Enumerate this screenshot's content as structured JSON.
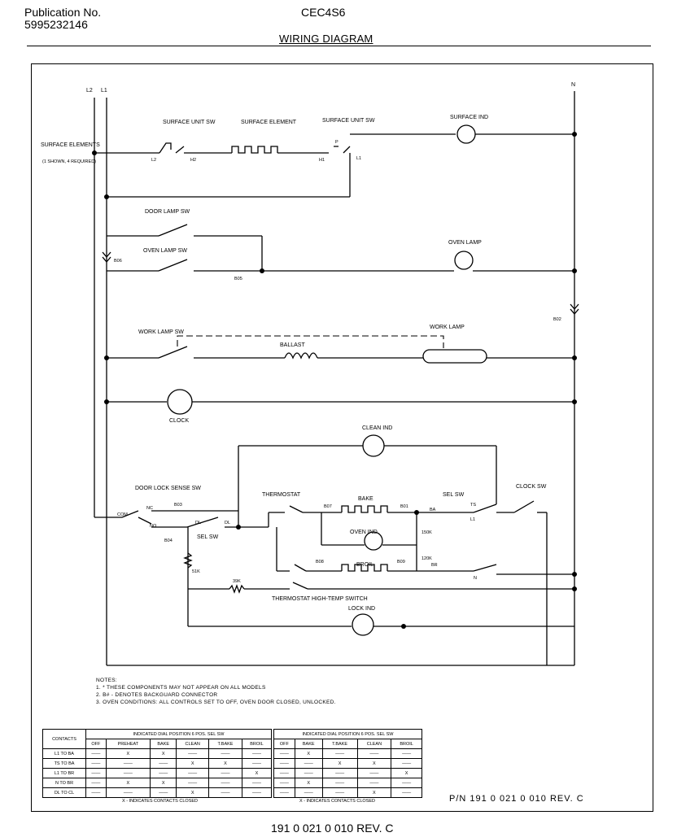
{
  "header": {
    "publication_label": "Publication No.",
    "publication_number": "5995232146",
    "model": "CEC4S6",
    "title": "WIRING DIAGRAM"
  },
  "lines": {
    "l2": "L2",
    "l1": "L1",
    "n": "N"
  },
  "components": {
    "surface_elements": "SURFACE ELEMENTS",
    "surface_elements_note": "(1 SHOWN, 4 REQUIRED)",
    "surface_unit_sw_1": "SURFACE UNIT SW",
    "surface_element": "SURFACE ELEMENT",
    "surface_unit_sw_2": "SURFACE UNIT SW",
    "surface_ind": "SURFACE IND",
    "door_lamp_sw": "DOOR LAMP SW",
    "oven_lamp_sw": "OVEN LAMP SW",
    "oven_lamp": "OVEN LAMP",
    "work_lamp_sw": "WORK LAMP SW",
    "ballast": "BALLAST",
    "work_lamp": "WORK LAMP",
    "clock": "CLOCK",
    "clean_ind": "CLEAN IND",
    "door_lock_sense_sw": "DOOR LOCK SENSE SW",
    "sel_sw_left": "SEL SW",
    "thermostat": "THERMOSTAT",
    "bake": "BAKE",
    "sel_sw_right": "SEL SW",
    "clock_sw": "CLOCK SW",
    "oven_ind": "OVEN IND",
    "broil": "BROIL",
    "thermostat_high_temp": "THERMOSTAT HIGH-TEMP SWITCH",
    "lock_ind": "LOCK IND"
  },
  "terminals": {
    "l2": "L2",
    "h2": "H2",
    "h1": "H1",
    "p": "P",
    "l1": "L1",
    "b06": "B06",
    "b05": "B05",
    "b02": "B02",
    "com": "COM",
    "nc": "NC",
    "no": "NO",
    "b03": "B03",
    "b04": "B04",
    "dl": "DL",
    "dl2": "DL",
    "b07": "B07",
    "b01": "B01",
    "b08": "B08",
    "b09": "B09",
    "ba": "BA",
    "br": "BR",
    "ts": "TS",
    "l1b": "L1",
    "n": "N",
    "r150k": "150K",
    "r120k": "120K",
    "r51k": "51K",
    "r39k": "39K"
  },
  "notes": {
    "heading": "NOTES:",
    "n1": "1. * THESE COMPONENTS MAY NOT APPEAR ON ALL MODELS",
    "n2": "2. B# - DENOTES BACKGUARD CONNECTOR",
    "n3": "3. OVEN CONDITIONS:   ALL CONTROLS SET TO OFF, OVEN DOOR CLOSED, UNLOCKED."
  },
  "table_left": {
    "group_title": "INDICATED DIAL POSITION 6 POS. SEL SW",
    "contacts_header": "CONTACTS",
    "columns": [
      "OFF",
      "PREHEAT",
      "BAKE",
      "CLEAN",
      "T.BAKE",
      "BROIL"
    ],
    "rows": [
      {
        "label": "L1 TO BA",
        "cells": [
          "",
          "X",
          "X",
          "",
          "",
          ""
        ]
      },
      {
        "label": "TS TO BA",
        "cells": [
          "",
          "",
          "",
          "X",
          "X",
          ""
        ]
      },
      {
        "label": "L1 TO BR",
        "cells": [
          "",
          "",
          "",
          "",
          "",
          "X"
        ]
      },
      {
        "label": "N TO BR",
        "cells": [
          "",
          "X",
          "X",
          "",
          "",
          ""
        ]
      },
      {
        "label": "DL TO CL",
        "cells": [
          "",
          "",
          "",
          "X",
          "",
          ""
        ]
      }
    ],
    "caption": "X - INDICATES CONTACTS CLOSED"
  },
  "table_right": {
    "group_title": "INDICATED DIAL POSITION 6 POS. SEL SW",
    "columns": [
      "OFF",
      "BAKE",
      "T.BAKE",
      "CLEAN",
      "BROIL"
    ],
    "rows": [
      {
        "cells": [
          "",
          "X",
          "",
          "",
          ""
        ]
      },
      {
        "cells": [
          "",
          "",
          "X",
          "X",
          ""
        ]
      },
      {
        "cells": [
          "",
          "",
          "",
          "",
          "X"
        ]
      },
      {
        "cells": [
          "",
          "X",
          "",
          "",
          ""
        ]
      },
      {
        "cells": [
          "",
          "",
          "",
          "X",
          ""
        ]
      }
    ],
    "caption": "X - INDICATES CONTACTS CLOSED"
  },
  "part_number": "P/N 191 0 021 0 010   REV. C",
  "footer_code": "191 0 021 0 010 REV. C"
}
